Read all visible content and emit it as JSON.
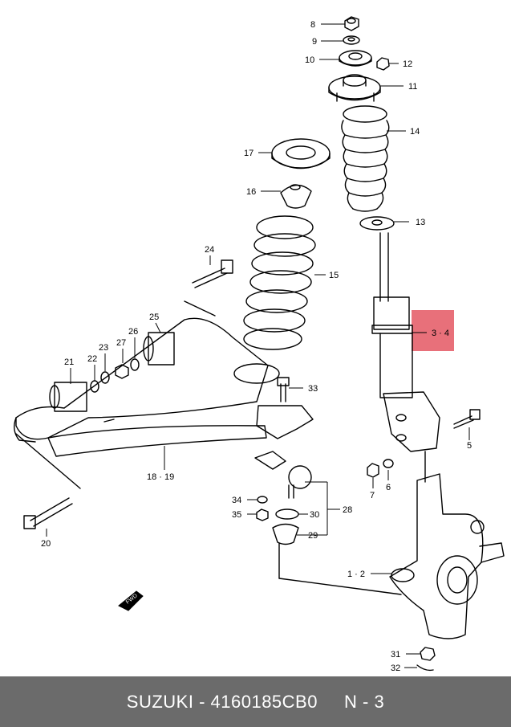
{
  "colors": {
    "highlight": "#e8707a",
    "footer_bg": "#6b6b6b",
    "footer_text": "#ffffff"
  },
  "callouts": {
    "c8": "8",
    "c9": "9",
    "c10": "10",
    "c12": "12",
    "c11": "11",
    "c14": "14",
    "c17": "17",
    "c16": "16",
    "c13": "13",
    "c24": "24",
    "c15": "15",
    "c25": "25",
    "c26": "26",
    "c23": "23",
    "c27": "27",
    "c22": "22",
    "c21": "21",
    "c3_4": "3 · 4",
    "c33": "33",
    "c5": "5",
    "c18_19": "18 · 19",
    "c7": "7",
    "c6": "6",
    "c34": "34",
    "c35": "35",
    "c30": "30",
    "c28": "28",
    "c29": "29",
    "c20": "20",
    "c1_2": "1 · 2",
    "c31": "31",
    "c32": "32"
  },
  "footer": {
    "brand": "SUZUKI",
    "sep": " - ",
    "part_number": "4160185CB0",
    "gap": "     ",
    "qty": "N - 3"
  }
}
